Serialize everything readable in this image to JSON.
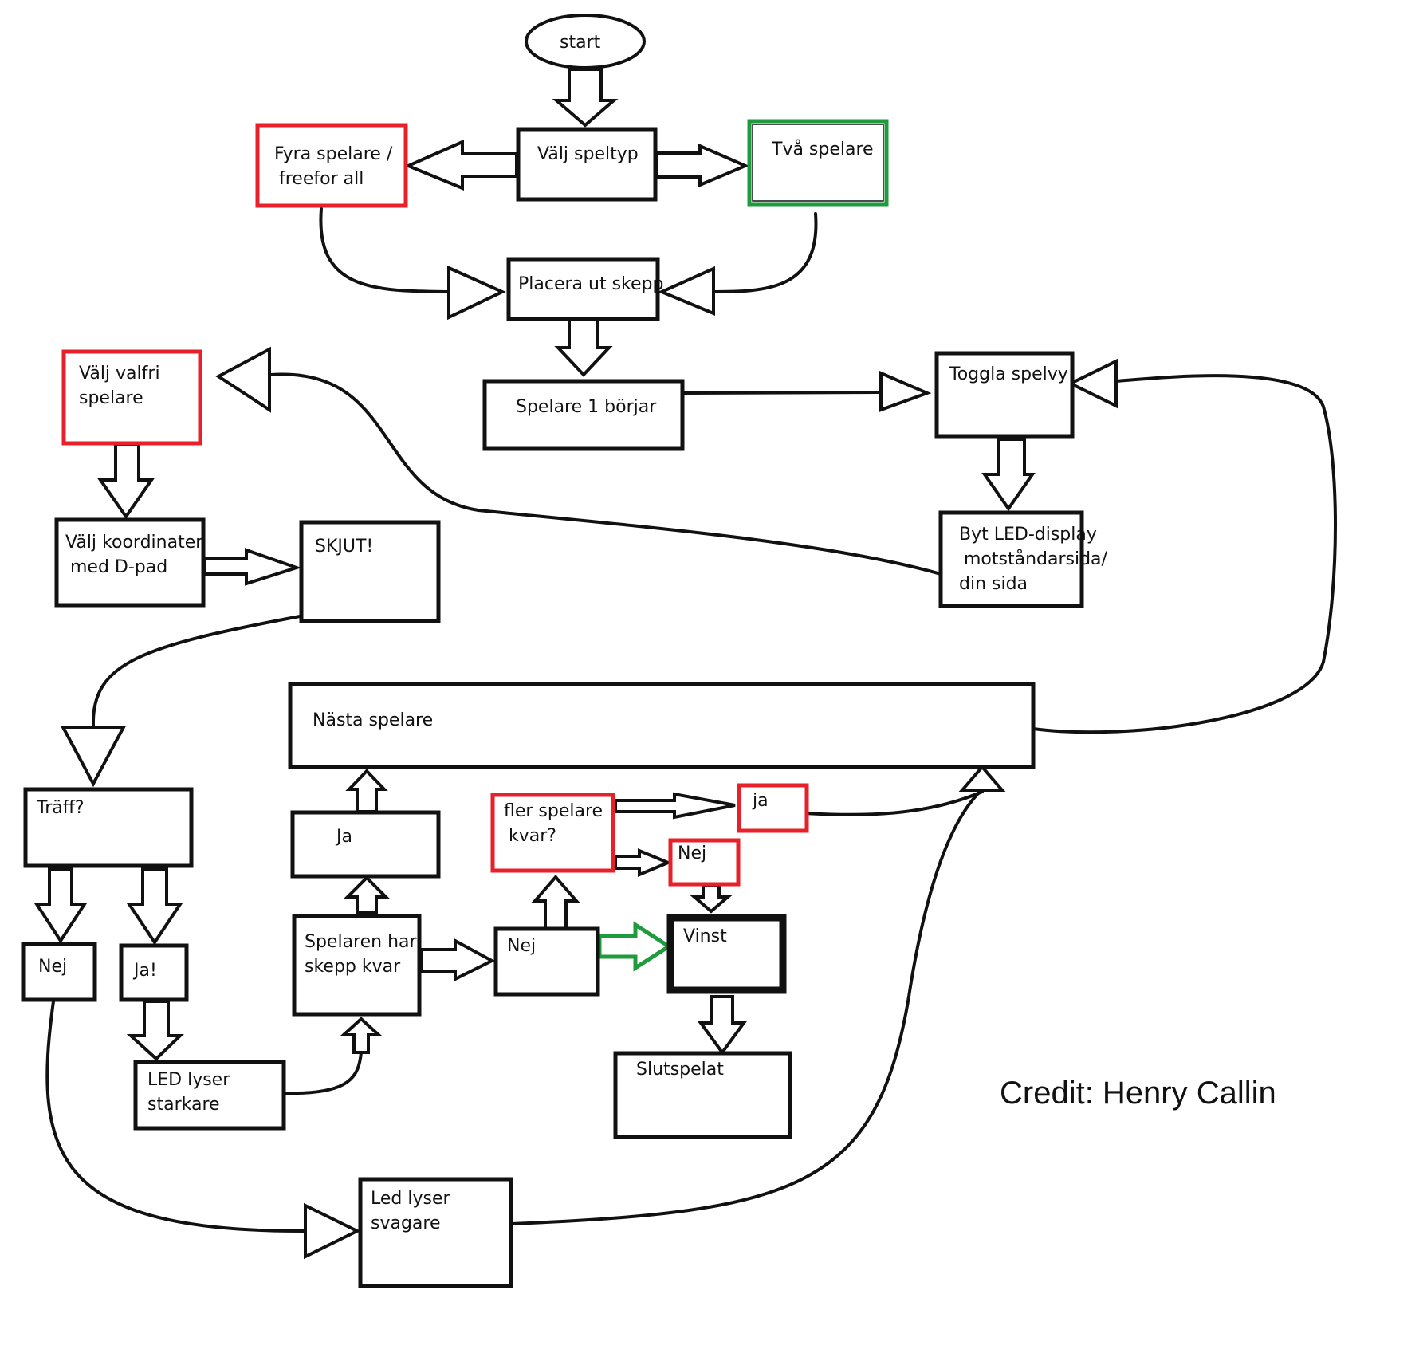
{
  "diagram": {
    "nodes": {
      "start": "start",
      "valj_speltyp": "Välj speltyp",
      "fyra_spelare": [
        "Fyra spelare /",
        "freefor all"
      ],
      "tva_spelare": "Två spelare",
      "placera_ut_skepp": "Placera ut skepp",
      "spelare1_borjar": "Spelare 1 börjar",
      "toggla_spelvy": "Toggla spelvy",
      "byt_led_display": [
        "Byt LED-display",
        "motståndarsida/",
        "din sida"
      ],
      "valj_valfri_spelare": [
        "Välj valfri",
        "spelare"
      ],
      "valj_koordinater": [
        "Välj koordinater",
        "med D-pad"
      ],
      "skjut": "SKJUT!",
      "nasta_spelare": "Nästa spelare",
      "traff": "Träff?",
      "nej_1": "Nej",
      "ja_1": "Ja!",
      "led_starkare": [
        "LED lyser",
        "starkare"
      ],
      "led_svagare": [
        "Led lyser",
        "svagare"
      ],
      "ja_2": "Ja",
      "spelaren_har_skepp": [
        "Spelaren har",
        "skepp kvar"
      ],
      "nej_2": "Nej",
      "fler_spelare_kvar": [
        "fler spelare",
        "kvar?"
      ],
      "ja_3": "ja",
      "nej_3": "Nej",
      "vinst": "Vinst",
      "slutspelat": "Slutspelat"
    },
    "credit": "Credit: Henry Callin"
  },
  "colors": {
    "stroke": "#111111",
    "red_border": "#e8202a",
    "green_border": "#1f9a3c",
    "background": "#ffffff"
  }
}
